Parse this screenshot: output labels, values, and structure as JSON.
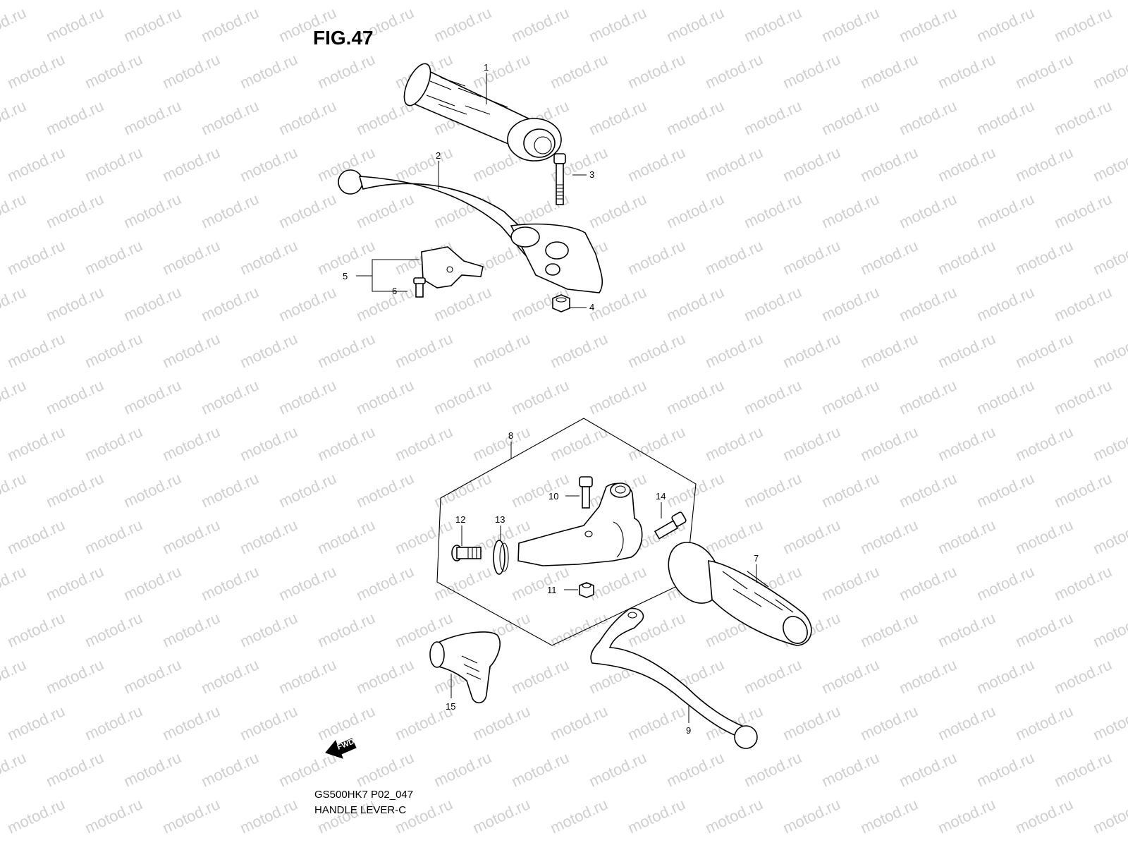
{
  "figure": {
    "title": "FIG.47",
    "code": "GS500HK7 P02_047",
    "name": "HANDLE LEVER-C",
    "fwd_label": "FWD"
  },
  "watermark": {
    "text": "motod.ru",
    "color": "#cfcfcf"
  },
  "callouts": [
    {
      "id": "1",
      "label": "1"
    },
    {
      "id": "2",
      "label": "2"
    },
    {
      "id": "3",
      "label": "3"
    },
    {
      "id": "4",
      "label": "4"
    },
    {
      "id": "5",
      "label": "5"
    },
    {
      "id": "6",
      "label": "6"
    },
    {
      "id": "7",
      "label": "7"
    },
    {
      "id": "8",
      "label": "8"
    },
    {
      "id": "9",
      "label": "9"
    },
    {
      "id": "10",
      "label": "10"
    },
    {
      "id": "11",
      "label": "11"
    },
    {
      "id": "12",
      "label": "12"
    },
    {
      "id": "13",
      "label": "13"
    },
    {
      "id": "14",
      "label": "14"
    },
    {
      "id": "15",
      "label": "15"
    }
  ],
  "parts": [
    {
      "id": "throttle-grip",
      "icon": "throttle-grip-icon"
    },
    {
      "id": "brake-lever",
      "icon": "brake-lever-icon"
    },
    {
      "id": "pivot-bolt",
      "icon": "bolt-icon"
    },
    {
      "id": "nut",
      "icon": "nut-icon"
    },
    {
      "id": "brake-switch",
      "icon": "switch-icon"
    },
    {
      "id": "screw",
      "icon": "screw-icon"
    },
    {
      "id": "handlebar-grip",
      "icon": "grip-icon"
    },
    {
      "id": "clutch-holder-set",
      "icon": "lever-holder-icon"
    },
    {
      "id": "clutch-lever",
      "icon": "clutch-lever-icon"
    },
    {
      "id": "cable-cover",
      "icon": "cover-icon"
    }
  ]
}
